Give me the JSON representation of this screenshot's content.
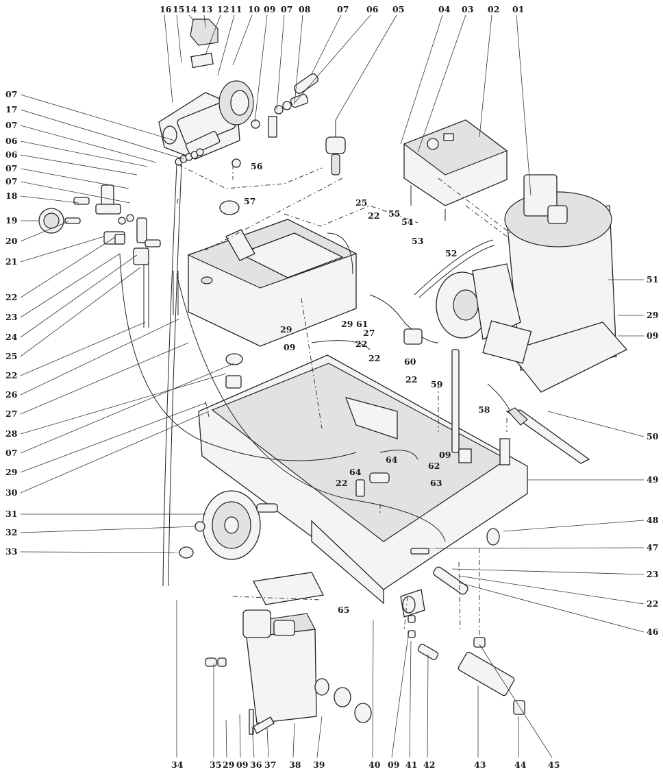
{
  "diagram": {
    "labels_top": [
      "16",
      "15",
      "14",
      "13",
      "12",
      "11",
      "10",
      "09",
      "07",
      "08",
      "07",
      "06",
      "05",
      "04",
      "03",
      "02",
      "01"
    ],
    "labels_left": [
      "07",
      "17",
      "07",
      "06",
      "06",
      "07",
      "07",
      "18",
      "19",
      "20",
      "21",
      "22",
      "23",
      "24",
      "25",
      "22",
      "26",
      "27",
      "28",
      "07",
      "29",
      "30",
      "31",
      "32",
      "33"
    ],
    "labels_right": [
      "51",
      "29",
      "09",
      "50",
      "49",
      "48",
      "47",
      "23",
      "22",
      "46"
    ],
    "labels_bottom": [
      "34",
      "35",
      "29",
      "09",
      "36",
      "37",
      "38",
      "39",
      "40",
      "09",
      "41",
      "42",
      "43",
      "44",
      "45"
    ],
    "labels_inner": [
      "56",
      "57",
      "25",
      "22",
      "55",
      "54",
      "53",
      "52",
      "29",
      "09",
      "29",
      "61",
      "27",
      "22",
      "22",
      "60",
      "22",
      "59",
      "58",
      "09",
      "62",
      "63",
      "64",
      "64",
      "22",
      "65"
    ]
  }
}
